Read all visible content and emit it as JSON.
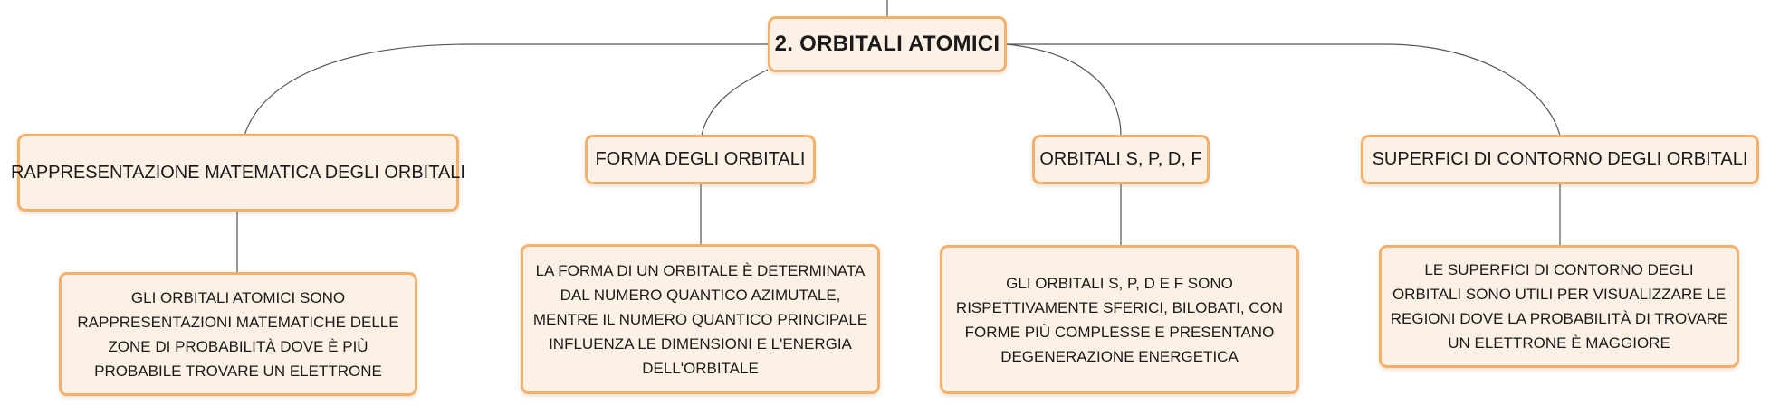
{
  "root": {
    "label": "2. ORBITALI ATOMICI"
  },
  "branches": [
    {
      "topic": "RAPPRESENTAZIONE MATEMATICA DEGLI ORBITALI",
      "detail": "GLI ORBITALI ATOMICI SONO RAPPRESENTAZIONI MATEMATICHE DELLE ZONE DI PROBABILITÀ DOVE È PIÙ PROBABILE TROVARE UN ELETTRONE"
    },
    {
      "topic": "FORMA DEGLI ORBITALI",
      "detail": "LA FORMA DI UN ORBITALE È DETERMINATA DAL NUMERO QUANTICO AZIMUTALE, MENTRE IL NUMERO QUANTICO PRINCIPALE INFLUENZA LE DIMENSIONI E L'ENERGIA DELL'ORBITALE"
    },
    {
      "topic": "ORBITALI S, P, D, F",
      "detail": "GLI ORBITALI S, P, D E F SONO RISPETTIVAMENTE SFERICI, BILOBATI, CON FORME PIÙ COMPLESSE E PRESENTANO DEGENERAZIONE ENERGETICA"
    },
    {
      "topic": "SUPERFICI DI CONTORNO DEGLI ORBITALI",
      "detail": "LE SUPERFICI DI CONTORNO DEGLI ORBITALI SONO UTILI PER VISUALIZZARE LE REGIONI DOVE LA PROBABILITÀ DI TROVARE UN ELETTRONE È MAGGIORE"
    }
  ],
  "colors": {
    "node_fill": "#fdf1e6",
    "node_border": "#f3b06a",
    "connector": "#555555"
  }
}
